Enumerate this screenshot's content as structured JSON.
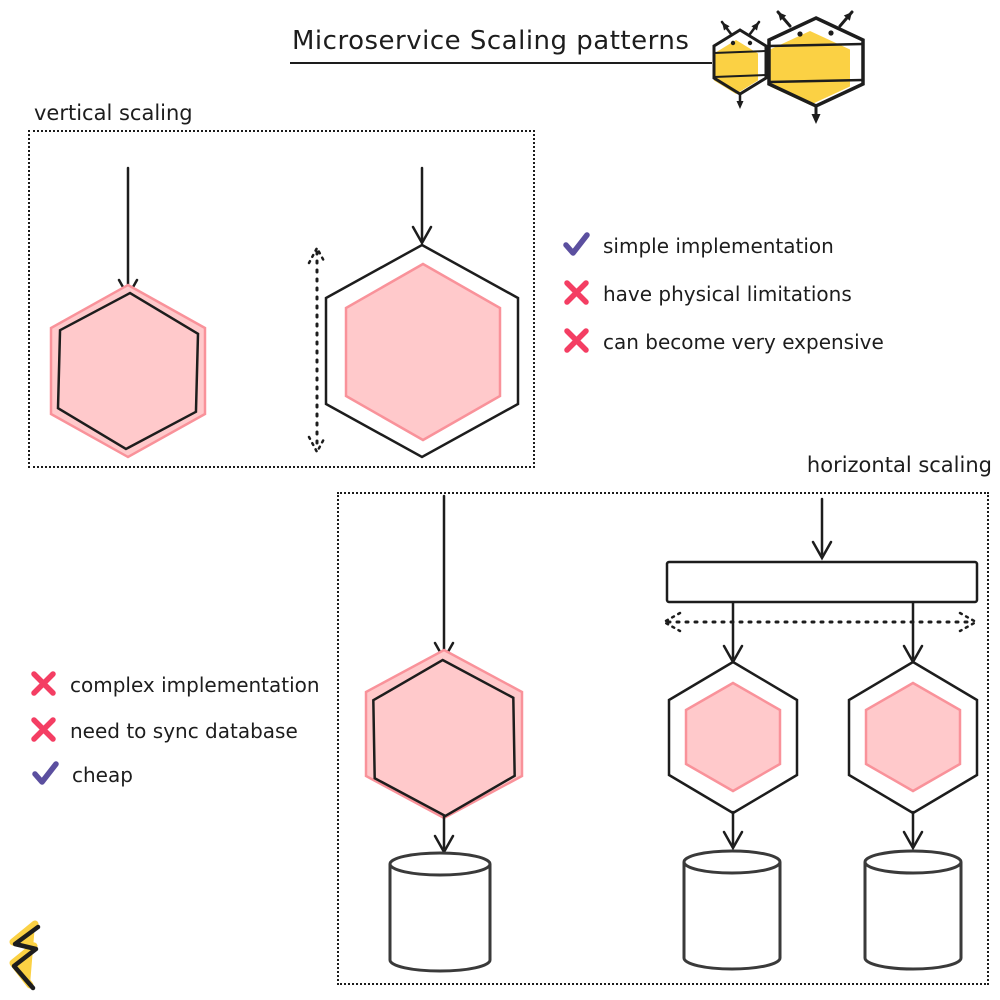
{
  "title": "Microservice Scaling patterns",
  "colors": {
    "ink": "#1d1d1d",
    "pink_fill": "#ffc9cb",
    "pink_stroke": "#f9929a",
    "cross_red": "#f43e63",
    "check_purple": "#5b4f9f",
    "bee_yellow": "#fbd144",
    "cylinder_stroke": "#3a3a3a"
  },
  "sections": {
    "vertical": {
      "label": "vertical scaling",
      "points": [
        {
          "icon": "check-icon",
          "text": "simple implementation"
        },
        {
          "icon": "cross-icon",
          "text": "have physical limitations"
        },
        {
          "icon": "cross-icon",
          "text": "can become very expensive"
        }
      ]
    },
    "horizontal": {
      "label": "horizontal scaling",
      "points": [
        {
          "icon": "cross-icon",
          "text": "complex implementation"
        },
        {
          "icon": "cross-icon",
          "text": "need to sync database"
        },
        {
          "icon": "check-icon",
          "text": "cheap"
        }
      ]
    }
  },
  "icons": {
    "bee_small": "bee-hexagon-icon-small",
    "bee_large": "bee-hexagon-icon-large",
    "brand": "squiggle-logo"
  }
}
